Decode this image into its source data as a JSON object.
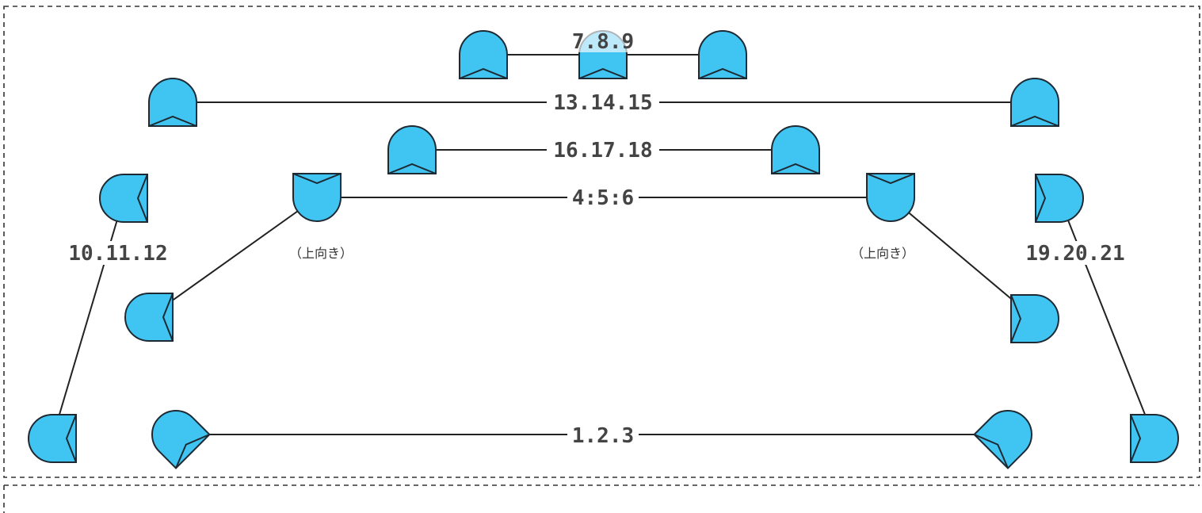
{
  "colors": {
    "connector_fill": "#40c4f2",
    "connector_stroke": "#1e2a33",
    "line": "#222222",
    "label": "#444444"
  },
  "labels": {
    "label_123": "1.2.3",
    "label_456": "4:5:6",
    "label_789": "7.8.9",
    "label_101112": "10.11.12",
    "label_131415": "13.14.15",
    "label_161718": "16.17.18",
    "label_192021": "19.20.21"
  },
  "notes": {
    "upward_left": "（上向き）",
    "upward_right": "（上向き）"
  }
}
